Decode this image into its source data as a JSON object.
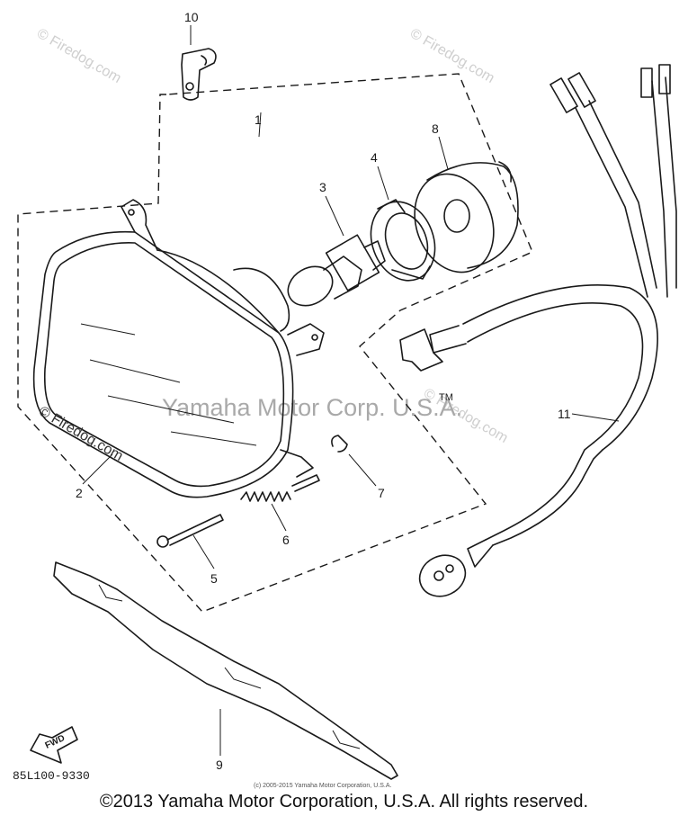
{
  "watermarks": {
    "site_top_left": "© Firedog.com",
    "site_top_right": "© Firedog.com",
    "site_mid_right": "© Firedog.com",
    "site_mid_left": "© Firedog.com",
    "manufacturer": "Yamaha Motor Corp. U.S.A.",
    "tm": "TM"
  },
  "callouts": {
    "c1": "1",
    "c2": "2",
    "c3": "3",
    "c4": "4",
    "c5": "5",
    "c6": "6",
    "c7": "7",
    "c8": "8",
    "c9": "9",
    "c10": "10",
    "c11": "11"
  },
  "fwd_label": "FWD",
  "diagram_code": "85L100-9330",
  "small_copyright": "(c) 2005-2015 Yamaha Motor Corporation, U.S.A.",
  "footer_copyright": "©2013 Yamaha Motor Corporation, U.S.A. All rights reserved."
}
